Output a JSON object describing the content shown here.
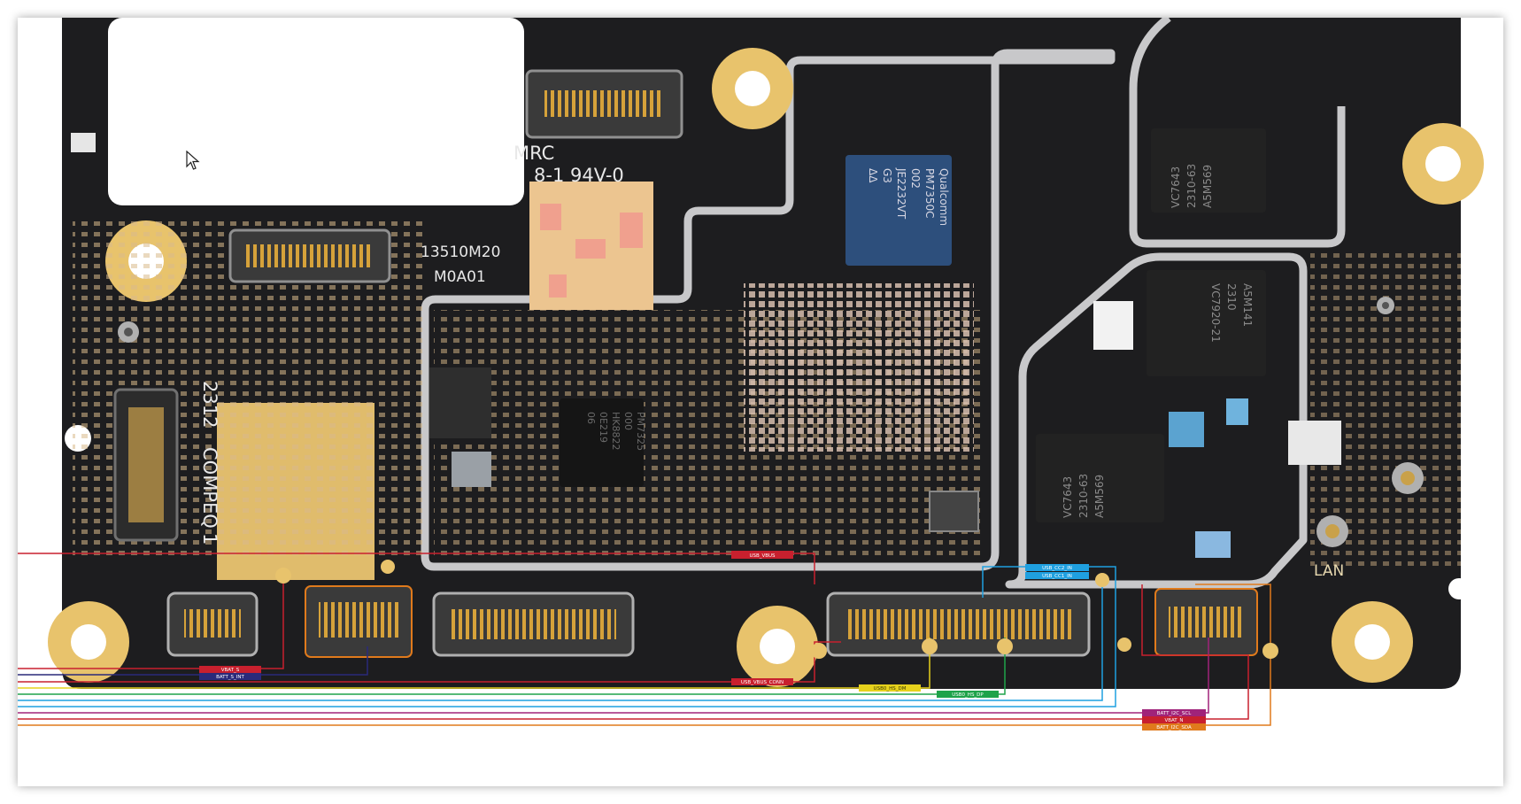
{
  "board": {
    "markings": {
      "ul_mark": "MRC",
      "ul_code": "8-1 94V-0",
      "part_no": "13510M20",
      "rev": "M0A01",
      "date_code": "2312",
      "maker": "COMPEQ",
      "maker_suffix": "1"
    },
    "chips": {
      "pmic_main": [
        "Qualcomm",
        "PM7350C",
        "002",
        "JE2232VT",
        "G3",
        "ΔΔ"
      ],
      "pmic_second": [
        "PM7325",
        "000",
        "HK8822",
        "0E219",
        "06"
      ],
      "rf_top": [
        "VC7643",
        "2310-63",
        "A5M569"
      ],
      "rf_mid": [
        "A5M141",
        "2310",
        "VC7920-21"
      ],
      "rf_bottom": [
        "VC7643",
        "2310-63",
        "A5M569"
      ]
    },
    "connector_labels": {
      "lan": "LAN"
    }
  },
  "nets": {
    "usb_vbus": "USB_VBUS",
    "vbat_s": "VBAT_S",
    "batt_s_int": "BATT_S_INT",
    "usb_cc2_in": "USB_CC2_IN",
    "usb_cc1_in": "USB_CC1_IN",
    "usb_vbus_conn": "USB_VBUS_CONN",
    "usb_hs_dm": "USB0_HS_DM",
    "usb_hs_dp": "USB0_HS_DP",
    "batt_i2c_scl": "BATT_I2C_SCL",
    "vbat_n": "VBAT_N",
    "batt_i2c_sda": "BATT_I2C_SDA"
  },
  "colors": {
    "pcb": "#1d1d1f",
    "gold": "#e8c36c",
    "silver": "#cfcfd1",
    "net_red": "#c8202e",
    "net_navy": "#2a2a7a",
    "net_blue": "#1fa0e0",
    "net_yellow": "#e6d21c",
    "net_green": "#1ea34a",
    "net_magenta": "#a0237a",
    "net_orange": "#e07a1c"
  }
}
